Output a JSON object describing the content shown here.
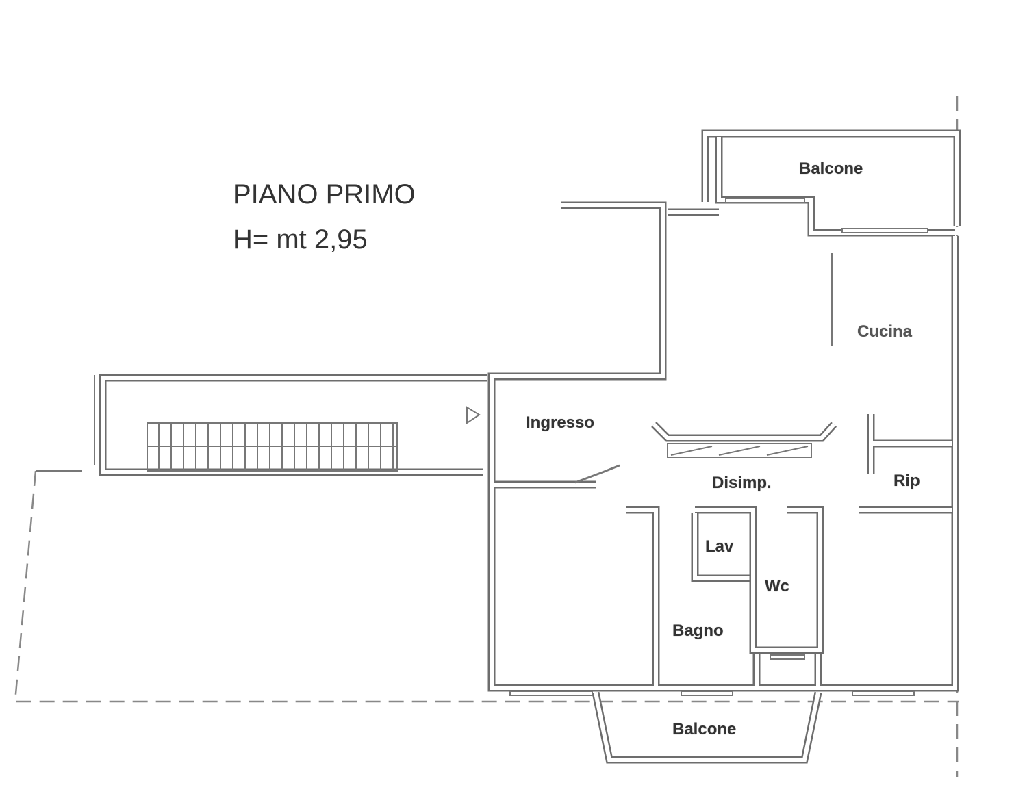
{
  "title": {
    "floor": "PIANO PRIMO",
    "height": "H= mt 2,95"
  },
  "rooms": {
    "balcone_top": "Balcone",
    "cucina": "Cucina",
    "ingresso": "Ingresso",
    "disimpegno": "Disimp.",
    "ripostiglio": "Rip",
    "lavanderia": "Lav",
    "wc": "Wc",
    "bagno": "Bagno",
    "balcone_bottom": "Balcone"
  }
}
